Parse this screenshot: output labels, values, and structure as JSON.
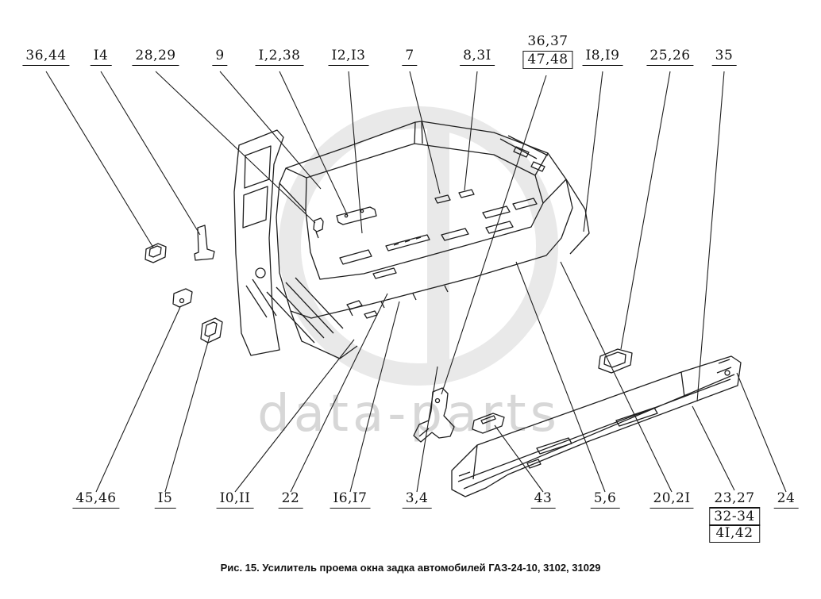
{
  "page": {
    "background_color": "#ffffff",
    "line_color": "#1e1e1e"
  },
  "watermark": {
    "text": "data-parts",
    "text_color": "#d7d7d7",
    "emblem_color": "#e9e9e9"
  },
  "caption": "Рис. 15. Усилитель проема окна задка автомобилей ГАЗ-24-10, 3102, 31029",
  "labels": {
    "top": [
      {
        "text": "36,44"
      },
      {
        "text": "I4"
      },
      {
        "text": "28,29"
      },
      {
        "text": "9"
      },
      {
        "text": "I,2,38"
      },
      {
        "text": "I2,I3"
      },
      {
        "text": "7"
      },
      {
        "text": "8,3I"
      },
      {
        "text": "I8,I9"
      },
      {
        "text": "25,26"
      },
      {
        "text": "35"
      }
    ],
    "top_stacked": {
      "upper": "36,37",
      "boxed": "47,48"
    },
    "bottom": [
      {
        "text": "45,46"
      },
      {
        "text": "I5"
      },
      {
        "text": "I0,II"
      },
      {
        "text": "22"
      },
      {
        "text": "I6,I7"
      },
      {
        "text": "3,4"
      },
      {
        "text": "43"
      },
      {
        "text": "5,6"
      },
      {
        "text": "20,2I"
      },
      {
        "text": "24"
      }
    ],
    "bottom_stacked": {
      "underlined": "23,27",
      "boxed1": "32-34",
      "boxed2": "4I,42"
    }
  }
}
